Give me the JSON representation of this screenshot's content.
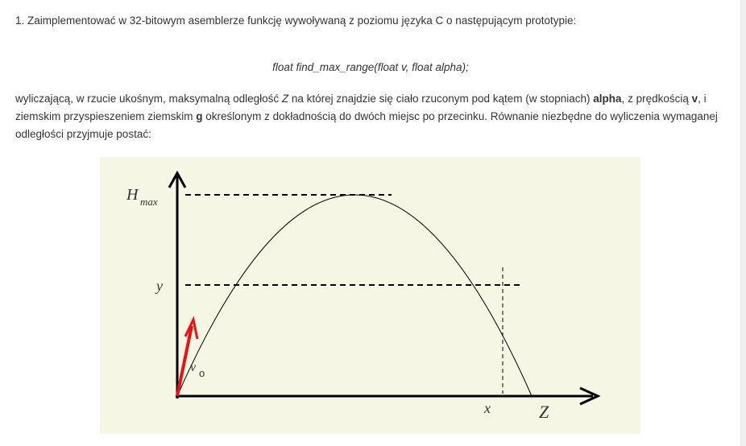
{
  "task": {
    "intro": "1. Zaimplementować w 32-bitowym asemblerze funkcję wywoływaną z poziomu języka C o następującym prototypie:",
    "prototype": "float find_max_range(float v, float alpha);",
    "desc": {
      "t1": "wyliczającą, w rzucie ukośnym, maksymalną odległość ",
      "z": "Z",
      "t2": " na której znajdzie się ciało rzuconym pod kątem (w stopniach) ",
      "alpha": "alpha",
      "t3": ", z prędkością ",
      "v": "v",
      "t4": ", i ziemskim przyspieszeniem ziemskim ",
      "g": "g",
      "t5": " określonym z dokładnością do dwóch miejsc po przecinku. Równanie niezbędne do wyliczenia wymaganej odległości przyjmuje postać:"
    }
  },
  "figure": {
    "labels": {
      "h": "H",
      "max": "max",
      "y": "y",
      "v": "v",
      "zero": "o",
      "x": "x",
      "z": "Z"
    },
    "colors": {
      "background": "#f6f6e4",
      "velocity_arrow": "#ee1111",
      "lines": "#000000"
    }
  }
}
